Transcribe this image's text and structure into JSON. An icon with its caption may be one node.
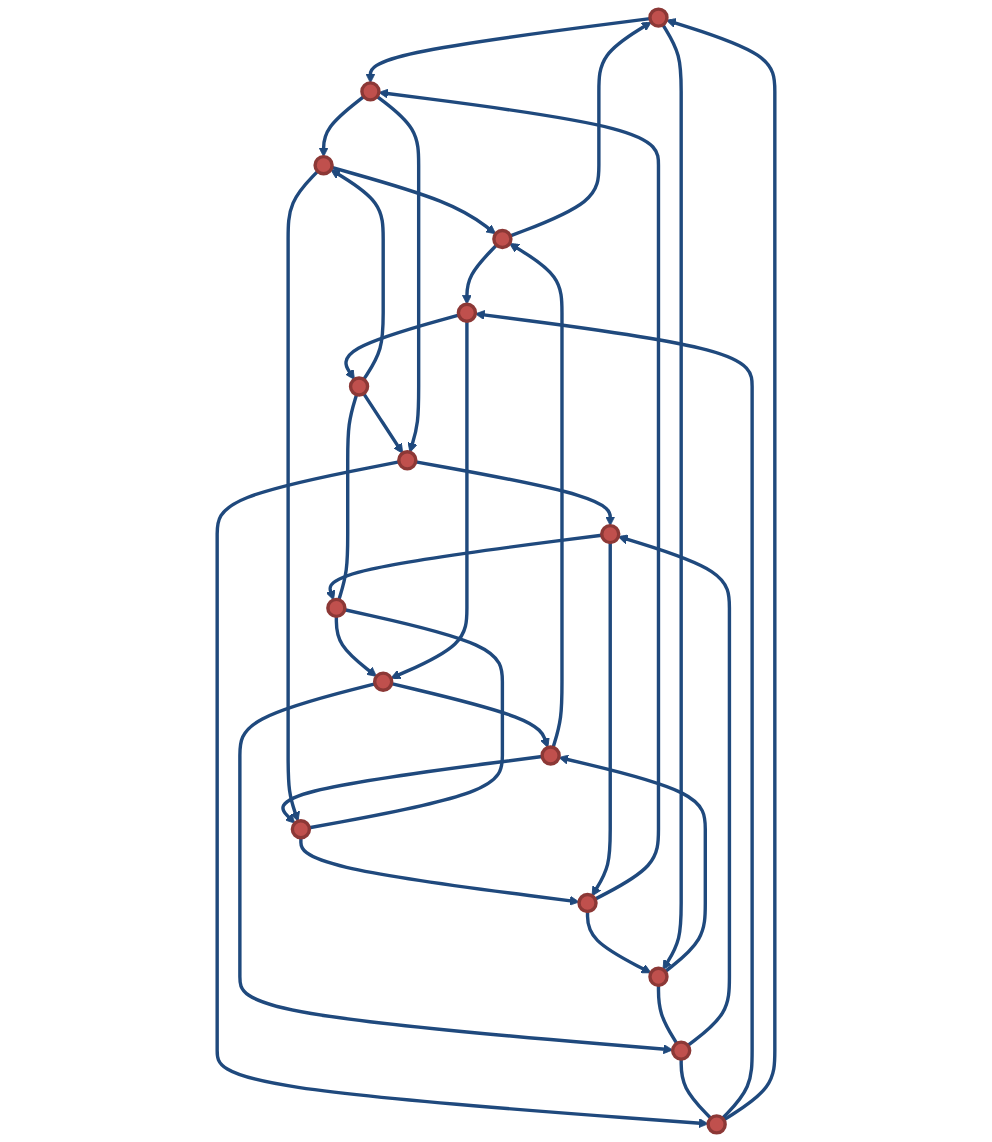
{
  "diagram": {
    "nodes": [
      {
        "text": [],
        "shape": "circle"
      },
      {
        "text": [],
        "shape": "circle"
      },
      {
        "text": [],
        "shape": "circle"
      },
      {
        "text": [],
        "shape": "circle"
      },
      {
        "text": [],
        "shape": "circle"
      },
      {
        "text": [],
        "shape": "circle"
      },
      {
        "text": [],
        "shape": "circle"
      },
      {
        "text": [],
        "shape": "circle"
      },
      {
        "text": [],
        "shape": "circle"
      },
      {
        "text": [],
        "shape": "circle"
      },
      {
        "text": [],
        "shape": "circle"
      },
      {
        "text": [],
        "shape": "circle"
      },
      {
        "text": [],
        "shape": "circle"
      },
      {
        "text": [],
        "shape": "circle"
      },
      {
        "text": [],
        "shape": "circle"
      },
      {
        "text": [],
        "shape": "circle"
      }
    ],
    "edges": [
      {
        "from": 0,
        "to": 1,
        "arrow": "to"
      },
      {
        "from": 1,
        "to": 2,
        "arrow": "to"
      },
      {
        "from": 2,
        "to": 3,
        "arrow": "to"
      },
      {
        "from": 3,
        "to": 0,
        "arrow": "to"
      },
      {
        "from": 7,
        "to": 6,
        "arrow": "to"
      },
      {
        "from": 6,
        "to": 5,
        "arrow": "to"
      },
      {
        "from": 5,
        "to": 4,
        "arrow": "to"
      },
      {
        "from": 4,
        "to": 7,
        "arrow": "to"
      },
      {
        "from": 8,
        "to": 9,
        "arrow": "to"
      },
      {
        "from": 9,
        "to": 10,
        "arrow": "to"
      },
      {
        "from": 10,
        "to": 11,
        "arrow": "to"
      },
      {
        "from": 11,
        "to": 8,
        "arrow": "to"
      },
      {
        "from": 15,
        "to": 14,
        "arrow": "to"
      },
      {
        "from": 14,
        "to": 13,
        "arrow": "to"
      },
      {
        "from": 13,
        "to": 12,
        "arrow": "to"
      },
      {
        "from": 12,
        "to": 15,
        "arrow": "to"
      },
      {
        "from": 0,
        "to": 4,
        "arrow": "to"
      },
      {
        "from": 4,
        "to": 8,
        "arrow": "none"
      },
      {
        "from": 8,
        "to": 12,
        "arrow": "none"
      },
      {
        "from": 12,
        "to": 0,
        "arrow": "to"
      },
      {
        "from": 5,
        "to": 1,
        "arrow": "to"
      },
      {
        "from": 9,
        "to": 5,
        "arrow": "to"
      },
      {
        "from": 13,
        "to": 9,
        "arrow": "to"
      },
      {
        "from": 1,
        "to": 13,
        "arrow": "to"
      },
      {
        "from": 2,
        "to": 6,
        "arrow": "to"
      },
      {
        "from": 6,
        "to": 10,
        "arrow": "none"
      },
      {
        "from": 10,
        "to": 14,
        "arrow": "none"
      },
      {
        "from": 14,
        "to": 2,
        "arrow": "to"
      },
      {
        "from": 7,
        "to": 3,
        "arrow": "to"
      },
      {
        "from": 11,
        "to": 7,
        "arrow": "to"
      },
      {
        "from": 15,
        "to": 11,
        "arrow": "to"
      },
      {
        "from": 3,
        "to": 15,
        "arrow": "to"
      }
    ]
  }
}
